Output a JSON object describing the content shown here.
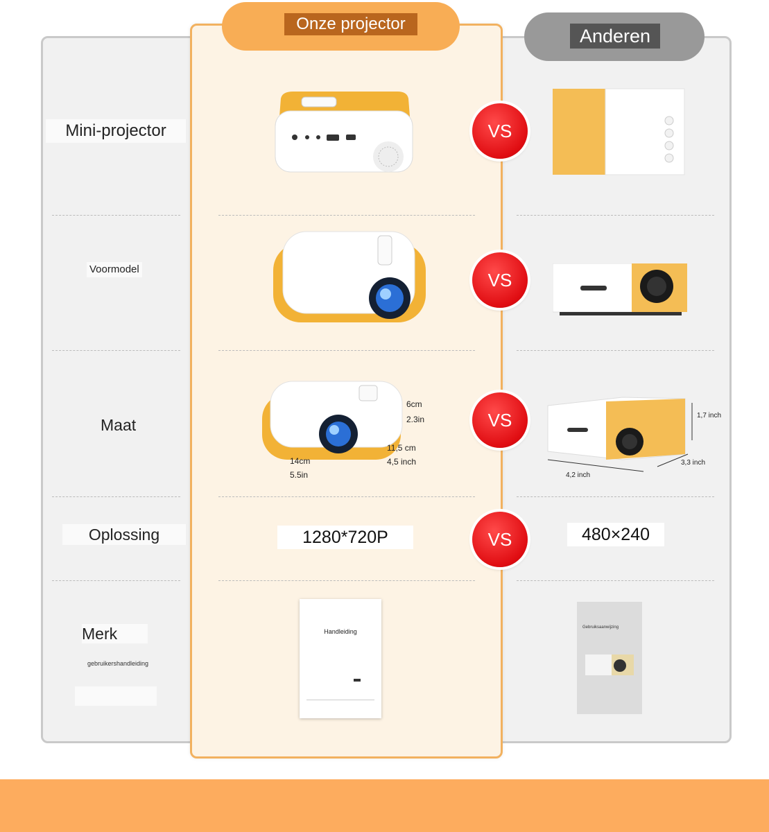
{
  "header": {
    "ours_title": "Onze projector",
    "others_title": "Anderen"
  },
  "rows": [
    {
      "label": "Mini-projector"
    },
    {
      "label": "Voormodel"
    },
    {
      "label": "Maat"
    },
    {
      "label": "Oplossing"
    },
    {
      "label": "Merk",
      "sublabel": "gebruikershandleiding"
    }
  ],
  "vs_label": "VS",
  "size": {
    "ours": {
      "height_cm": "6cm",
      "height_in": "2.3in",
      "depth_cm": "11,5 cm",
      "depth_in": "4,5 inch",
      "width_cm": "14cm",
      "width_in": "5.5in"
    },
    "others": {
      "height": "1,7 inch",
      "depth": "3,3 inch",
      "width": "4,2 inch"
    }
  },
  "resolution": {
    "ours": "1280*720P",
    "others": "480×240"
  },
  "manual": {
    "ours_title": "Handleiding",
    "others_title": "Gebruiksaanwijzing"
  },
  "colors": {
    "accent_orange": "#f8ad55",
    "vs_red": "#e00d12",
    "others_grey": "#999999",
    "brand_yellow": "#f2b236"
  }
}
